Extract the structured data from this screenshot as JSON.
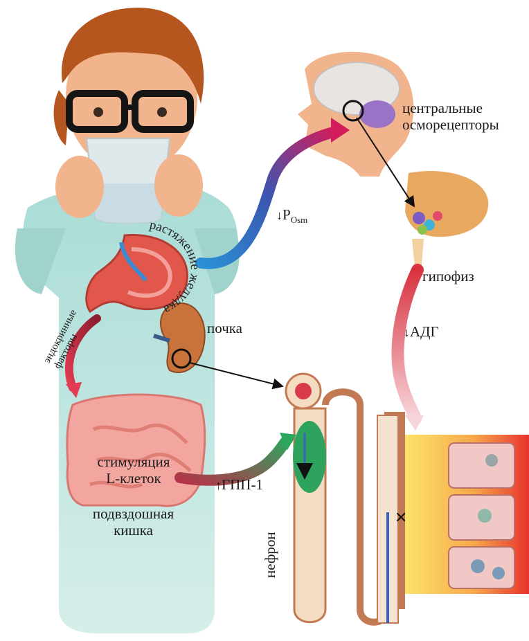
{
  "labels": {
    "central_osmoreceptors": [
      "центральные",
      "осморецепторы"
    ],
    "pituitary": "гипофиз",
    "kidney": "почка",
    "nephron": "нефрон",
    "ileum": [
      "подвздошная",
      "кишка"
    ],
    "l_cell_stimulation": [
      "стимуляция",
      "L-клеток"
    ],
    "gastric_distension": "растяжение желудка",
    "endocrine_factors": [
      "эндокринные",
      "факторы"
    ],
    "posm": {
      "arrow": "↓",
      "main": "P",
      "sub": "Osm"
    },
    "adh": {
      "arrow": "↓",
      "text": "АДГ"
    },
    "glp1": {
      "arrow": "↑",
      "text": "ГПП-1"
    }
  },
  "colors": {
    "skin": "#f2b48c",
    "shirt": "#b7e1dc",
    "brain": "#9a72c6",
    "arrow_blue": "#3a63b8",
    "arrow_red": "#b83245",
    "arrow_green": "#2b9b56",
    "gradient_yellow": "#fde36a",
    "gradient_red": "#e8322e"
  }
}
